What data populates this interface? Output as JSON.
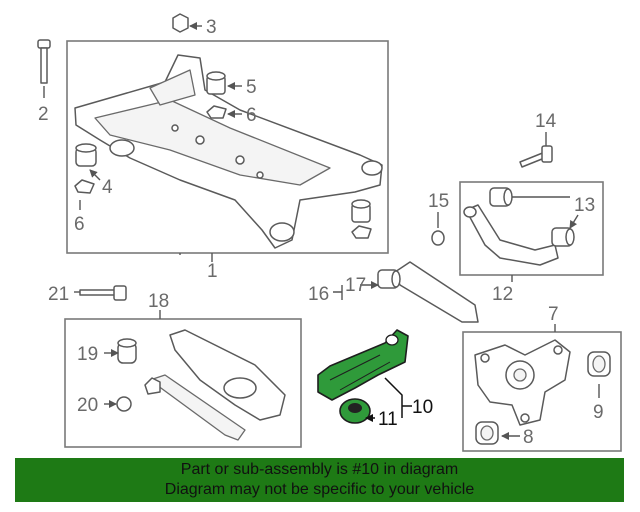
{
  "callouts": {
    "c1": "1",
    "c2": "2",
    "c3": "3",
    "c4": "4",
    "c5": "5",
    "c6a": "6",
    "c6b": "6",
    "c7": "7",
    "c8": "8",
    "c9": "9",
    "c10": "10",
    "c11": "11",
    "c12": "12",
    "c13": "13",
    "c14": "14",
    "c15": "15",
    "c16": "16",
    "c17": "17",
    "c18": "18",
    "c19": "19",
    "c20": "20",
    "c21": "21"
  },
  "banner": {
    "line1": "Part or sub-assembly is #10 in diagram",
    "line2": "Diagram may not be specific to your vehicle"
  },
  "colors": {
    "highlight": "#2f9a3a",
    "banner": "#1e7a15",
    "outline": "#7a7a7a"
  }
}
